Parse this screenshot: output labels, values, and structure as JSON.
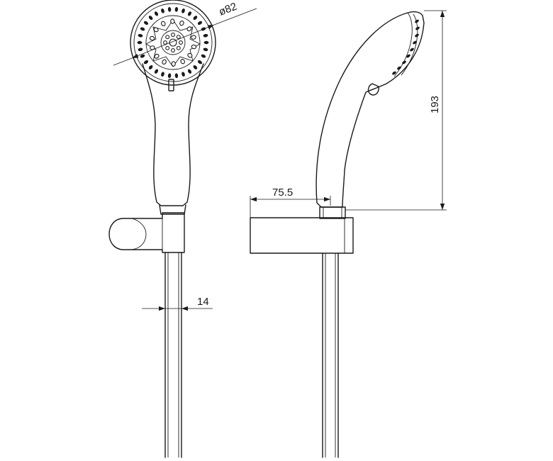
{
  "dimensions": {
    "head_diameter": "ø82",
    "hose_diameter": "14",
    "bracket_projection": "75.5",
    "total_height": "193"
  },
  "colors": {
    "line": "#1a1a1a",
    "background": "#ffffff"
  }
}
